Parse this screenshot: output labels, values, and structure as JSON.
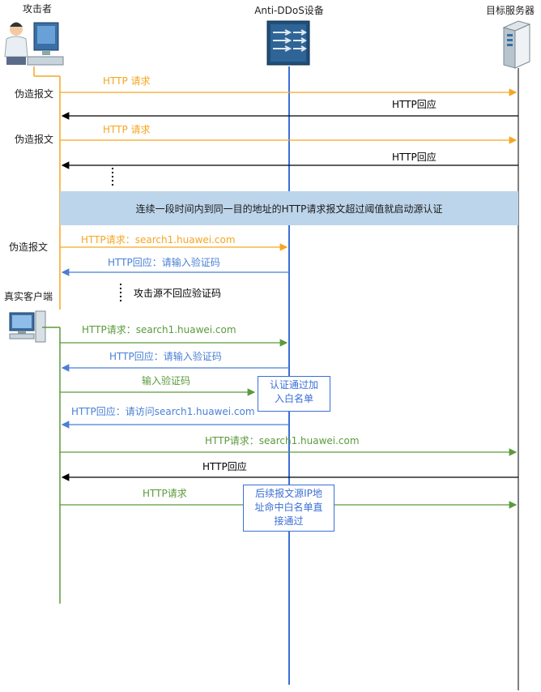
{
  "participants": {
    "attacker": "攻击者",
    "anti_ddos": "Anti-DDoS设备",
    "target_server": "目标服务器",
    "real_client": "真实客户端"
  },
  "side_labels": {
    "forged_1": "伪造报文",
    "forged_2": "伪造报文",
    "forged_3": "伪造报文"
  },
  "messages": {
    "m1": "HTTP 请求",
    "m2": "HTTP回应",
    "m3": "HTTP 请求",
    "m4": "HTTP回应",
    "m5": "HTTP请求：search1.huawei.com",
    "m6": "HTTP回应：请输入验证码",
    "m7": "攻击源不回应验证码",
    "m8": "HTTP请求：search1.huawei.com",
    "m9": "HTTP回应：请输入验证码",
    "m10": "输入验证码",
    "m11": "HTTP回应：请访问search1.huawei.com",
    "m12": "HTTP请求：search1.huawei.com",
    "m13": "HTTP回应",
    "m14": "HTTP请求"
  },
  "banner": "连续一段时间内到同一目的地址的HTTP请求报文超过阈值就启动源认证",
  "notes": {
    "whitelist_line1": "认证通过加",
    "whitelist_line2": "入白名单",
    "hit_line1": "后续报文源IP地",
    "hit_line2": "址命中白名单直",
    "hit_line3": "接通过"
  },
  "colors": {
    "orange": "#f5a623",
    "blue": "#4a7fd6",
    "green": "#5b9a3c",
    "black": "#000000",
    "banner": "#bcd5ea"
  }
}
